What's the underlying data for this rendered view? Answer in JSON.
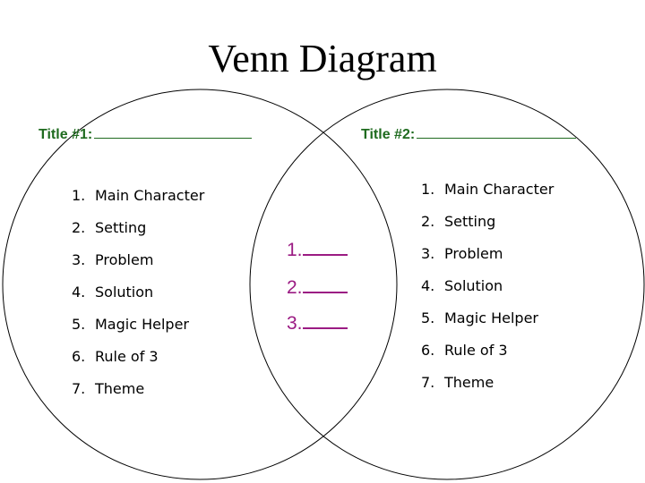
{
  "title": "Venn Diagram",
  "circles": {
    "left_title_label": "Title #1:",
    "right_title_label": "Title #2:",
    "left_items": [
      {
        "num": "1.",
        "label": "Main Character"
      },
      {
        "num": "2.",
        "label": "Setting"
      },
      {
        "num": "3.",
        "label": "Problem"
      },
      {
        "num": "4.",
        "label": "Solution"
      },
      {
        "num": "5.",
        "label": "Magic Helper"
      },
      {
        "num": "6.",
        "label": "Rule of 3"
      },
      {
        "num": "7.",
        "label": "Theme"
      }
    ],
    "right_items": [
      {
        "num": "1.",
        "label": "Main Character"
      },
      {
        "num": "2.",
        "label": "Setting"
      },
      {
        "num": "3.",
        "label": "Problem"
      },
      {
        "num": "4.",
        "label": "Solution"
      },
      {
        "num": "5.",
        "label": "Magic Helper"
      },
      {
        "num": "6.",
        "label": "Rule of 3"
      },
      {
        "num": "7.",
        "label": "Theme"
      }
    ],
    "overlap_items": [
      "1.",
      "2.",
      "3."
    ]
  },
  "colors": {
    "title_label": "#1f6b1f",
    "overlap_text": "#9b1b83",
    "circle_stroke": "#000000"
  }
}
